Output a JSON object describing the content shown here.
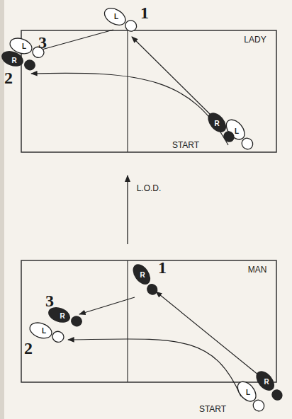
{
  "diagram": {
    "labels": [
      "LADY",
      "1",
      "L",
      "3",
      "R",
      "L",
      "2",
      "R",
      "L",
      "START",
      "L.O.D.",
      "MAN",
      "1",
      "R",
      "3",
      "R",
      "L",
      "2",
      "R",
      "L",
      "START"
    ]
  }
}
